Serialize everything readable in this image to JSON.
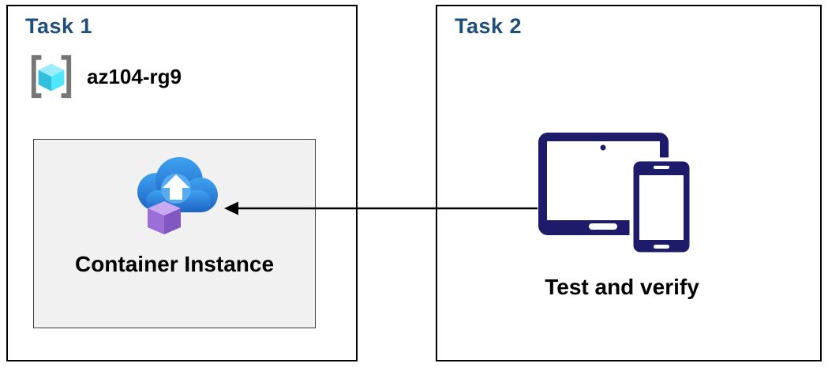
{
  "task1": {
    "title": "Task 1",
    "resource_group": "az104-rg9",
    "container_label": "Container Instance"
  },
  "task2": {
    "title": "Task 2",
    "caption": "Test and verify"
  },
  "icons": {
    "resource_group": "resource-group-icon",
    "container_instance": "container-instance-cloud-upload-icon",
    "devices": "tablet-and-phone-icon",
    "connector": "left-arrow-connector"
  },
  "colors": {
    "title_navy": "#1F4E79",
    "device_navy": "#1F1B6B",
    "cloud_blue_top": "#3FA2F0",
    "cloud_blue_bottom": "#1E62C4",
    "cube_purple": "#9B6FD6",
    "rg_cyan_light": "#9CEBFF",
    "rg_cyan": "#50E6FF",
    "rg_teal": "#32BEDD",
    "bracket_gray": "#767676",
    "card_bg": "#F1F1F1",
    "box_border": "#000000",
    "arrow_black": "#000000"
  }
}
